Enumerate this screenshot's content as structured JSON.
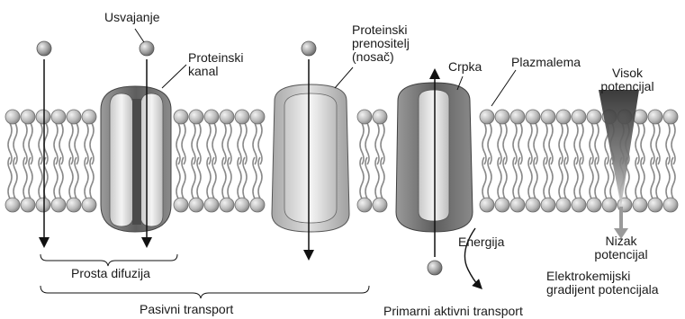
{
  "labels": {
    "uptake": "Usvajanje",
    "channel_line1": "Proteinski",
    "channel_line2": "kanal",
    "carrier_line1": "Proteinski",
    "carrier_line2": "prenositelj",
    "carrier_line3": "(nosač)",
    "pump": "Crpka",
    "membrane": "Plazmalema",
    "high_line1": "Visok",
    "high_line2": "potencijal",
    "low_line1": "Nizak",
    "low_line2": "potencijal",
    "energy": "Energija",
    "simple_diffusion": "Prosta difuzija",
    "gradient_line1": "Elektrokemijski",
    "gradient_line2": "gradijent potencijala",
    "passive_transport": "Pasivni transport",
    "primary_active_transport": "Primarni aktivni transport"
  },
  "colors": {
    "lipid_head": "#b4b4b4",
    "lipid_tail": "#8a8a8a",
    "protein_dark": "#6a6a6a",
    "protein_light": "#e2e2e2",
    "arrow": "#111111"
  }
}
